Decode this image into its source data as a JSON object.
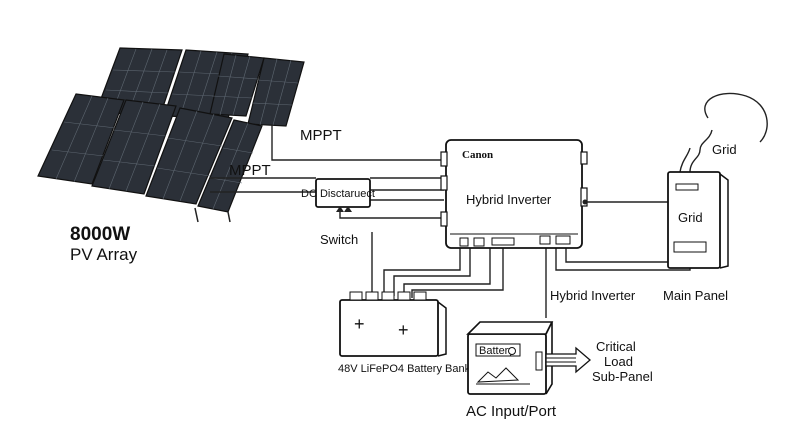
{
  "pv_array": {
    "title": "8000W",
    "subtitle": "PV Array"
  },
  "labels": {
    "mppt_top": "MPPT",
    "mppt_mid": "MPPT",
    "dc_disconnect": "DC Disctaruect",
    "switch": "Switch",
    "inverter_brand": "Canon",
    "inverter": "Hybrid Inverter",
    "inverter_bottom": "Hybrid Inverter",
    "battery_bank": "48V LiFePO4 Battery Bank",
    "grid_top": "Grid",
    "grid_panel": "Grid",
    "main_panel": "Main Panel",
    "ac_box_inner": "Battery",
    "ac_input": "AC Input/Port",
    "critical_load_1": "Critical",
    "critical_load_2": "Load",
    "critical_load_3": "Sub-Panel"
  },
  "colors": {
    "line": "#222222",
    "panel_glass": "#2b3038"
  }
}
